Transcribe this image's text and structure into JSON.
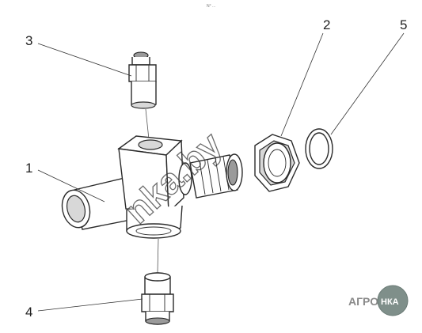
{
  "top_mark": "N° ...",
  "callouts": [
    {
      "id": "callout-1",
      "label": "1"
    },
    {
      "id": "callout-2",
      "label": "2"
    },
    {
      "id": "callout-3",
      "label": "3"
    },
    {
      "id": "callout-4",
      "label": "4"
    },
    {
      "id": "callout-5",
      "label": "5"
    }
  ],
  "watermark": "nka.by",
  "logo": {
    "text": "АГРО",
    "mark": "НКА"
  }
}
